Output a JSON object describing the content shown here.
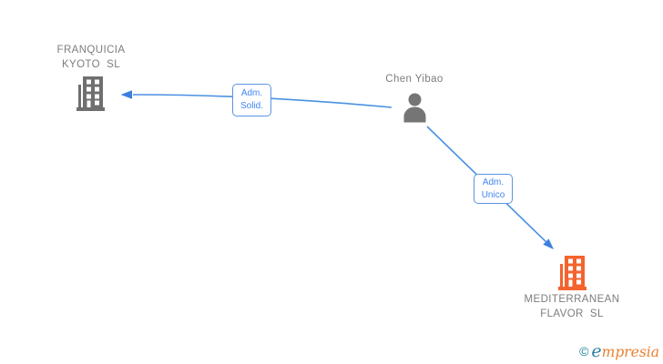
{
  "diagram": {
    "nodes": {
      "franquicia": {
        "name": "FRANQUICIA KYOTO SL",
        "label_line1": "FRANQUICIA",
        "label_line2": "KYOTO  SL",
        "icon": "building-icon",
        "icon_color": "#6f6f6f"
      },
      "chen": {
        "name": "Chen Yibao",
        "label": "Chen Yibao",
        "icon": "person-icon",
        "icon_color": "#757575"
      },
      "mediterranean": {
        "name": "MEDITERRANEAN FLAVOR SL",
        "label_line1": "MEDITERRANEAN",
        "label_line2": "FLAVOR  SL",
        "icon": "building-icon",
        "icon_color": "#f4632e"
      }
    },
    "edges": {
      "solid": {
        "from": "Chen Yibao",
        "to": "FRANQUICIA KYOTO SL",
        "label_line1": "Adm.",
        "label_line2": "Solid."
      },
      "unico": {
        "from": "Chen Yibao",
        "to": "MEDITERRANEAN FLAVOR SL",
        "label_line1": "Adm.",
        "label_line2": "Unico"
      }
    },
    "colors": {
      "edge_line": "#4a90e2",
      "edge_arrow": "#3d7fe0",
      "edge_label_text": "#4285f4",
      "edge_label_border": "#5b94e4",
      "node_label_text": "#7d7d7d"
    }
  },
  "footer": {
    "copyright_symbol": "©",
    "brand_first_letter": "e",
    "brand_rest": "mpresia",
    "copyright_color": "#1f8098",
    "brand_first_color": "#2e7ca3",
    "brand_rest_color": "#e87f2f"
  }
}
